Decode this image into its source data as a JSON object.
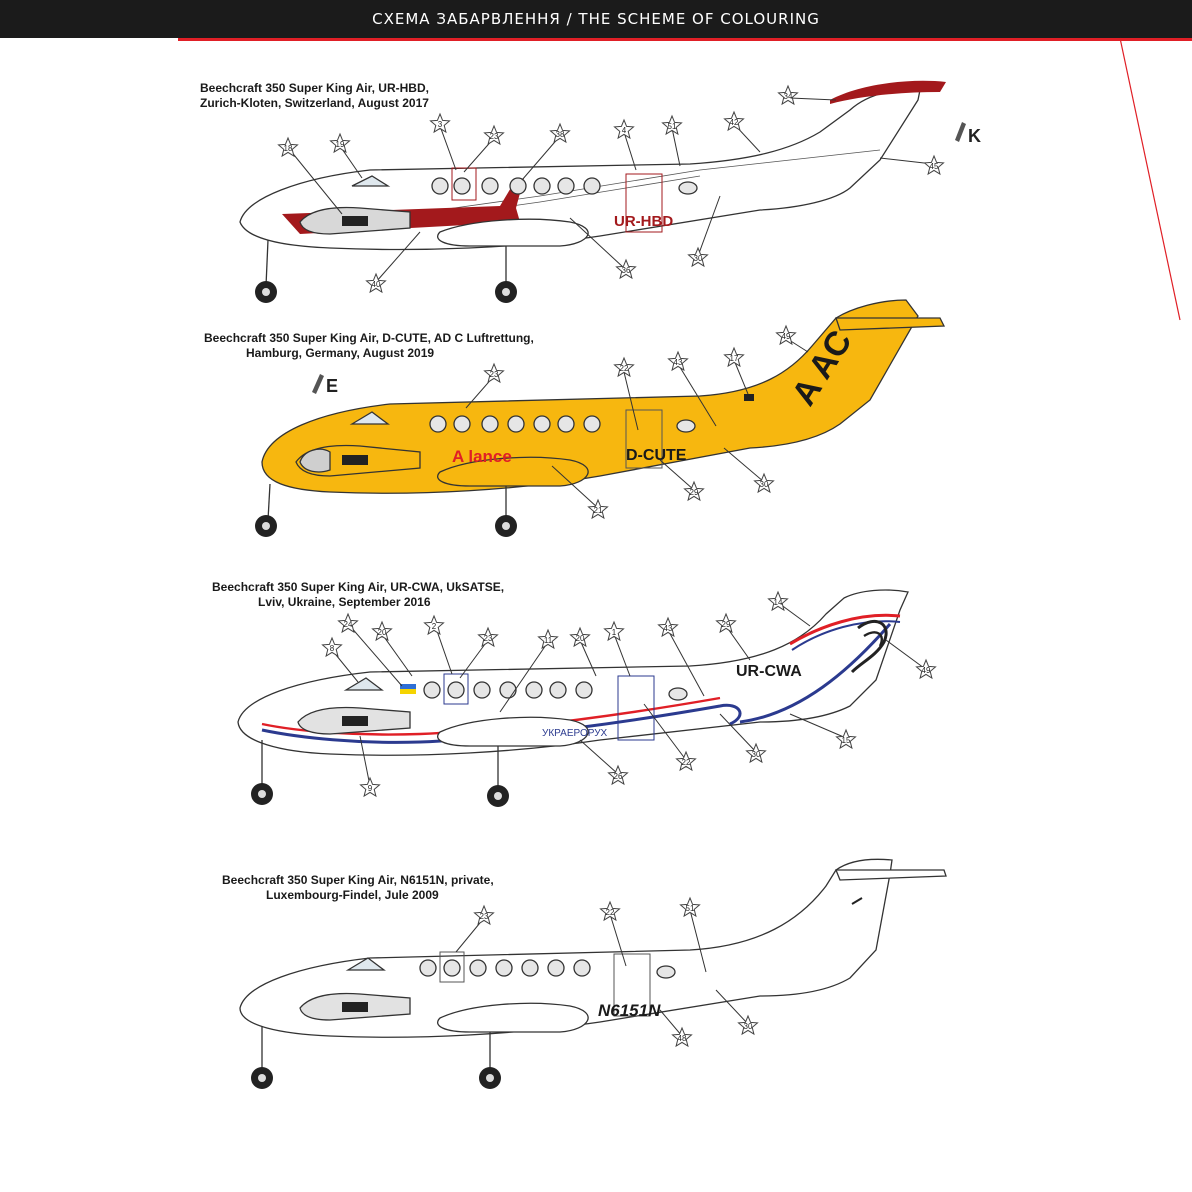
{
  "header": {
    "title": "СХЕМА ЗАБАРВЛЕННЯ / THE SCHEME OF COLOURING"
  },
  "colors": {
    "header_bg": "#1b1b1b",
    "accent_red": "#e01f26",
    "ambulance_yellow": "#f7b70f",
    "livery_maroon": "#a3191c",
    "livery_blue": "#2b3a8f"
  },
  "aircraft": [
    {
      "caption_line1": "Beechcraft 350 Super King Air, UR-HBD,",
      "caption_line2": "Zurich-Kloten, Switzerland, August 2017",
      "registration": "UR-HBD",
      "paint_ref": "K",
      "callouts": [
        "3",
        "23",
        "38",
        "4",
        "51",
        "42",
        "34",
        "45",
        "18",
        "19",
        "30",
        "36",
        "40"
      ]
    },
    {
      "caption_line1": "Beechcraft 350 Super King Air, D-CUTE, AD  C Luftrettung,",
      "caption_line2": "Hamburg, Germany, August 2019",
      "registration": "D-CUTE",
      "fuselage_text": "A  lance",
      "tail_text": "A  AC",
      "paint_ref": "E",
      "callouts": [
        "23",
        "22",
        "43",
        "17",
        "49",
        "29",
        "30",
        "21"
      ]
    },
    {
      "caption_line1": "Beechcraft 350 Super King Air, UR-CWA, UkSATSE,",
      "caption_line2": "Lviv, Ukraine, September 2016",
      "registration": "UR-CWA",
      "fuselage_text": "УКРАЕРОРУХ",
      "callouts": [
        "8",
        "24",
        "20",
        "2",
        "23",
        "11",
        "20",
        "1",
        "43",
        "29",
        "14",
        "49",
        "9",
        "26",
        "22",
        "30",
        "15"
      ]
    },
    {
      "caption_line1": "Beechcraft 350 Super King Air, N6151N, private,",
      "caption_line2": "Luxembourg-Findel, Jule 2009",
      "registration": "N6151N",
      "callouts": [
        "23",
        "22",
        "51",
        "48",
        "30"
      ]
    }
  ]
}
